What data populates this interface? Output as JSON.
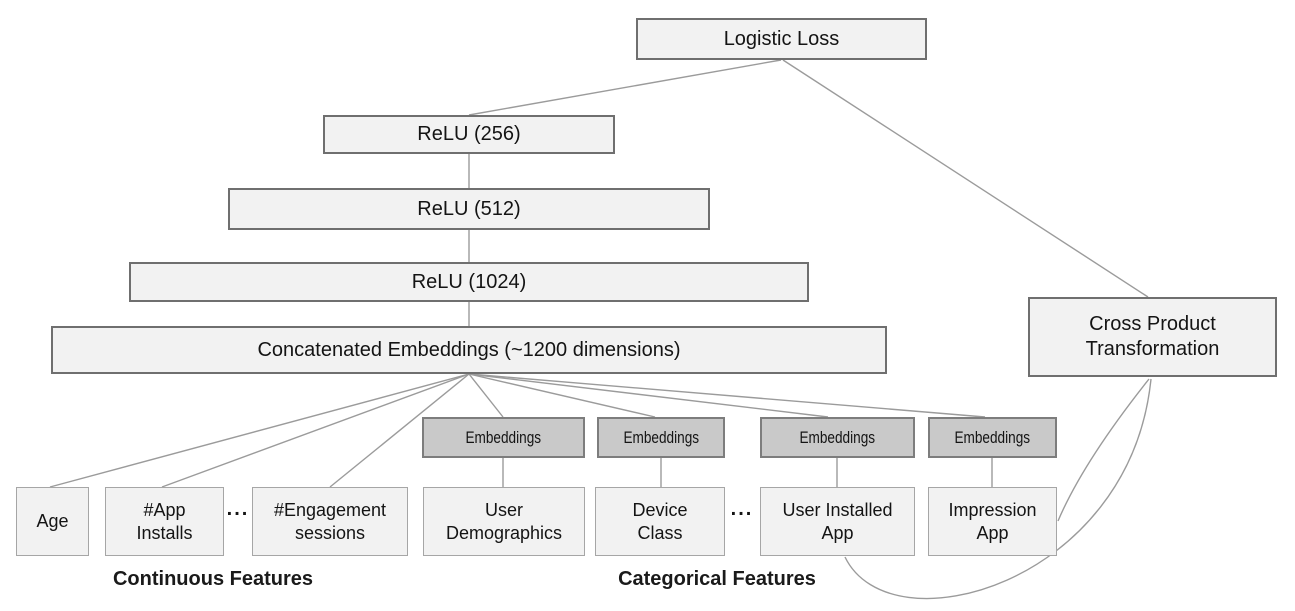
{
  "nodes": {
    "logistic_loss": "Logistic Loss",
    "relu_256": "ReLU (256)",
    "relu_512": "ReLU (512)",
    "relu_1024": "ReLU (1024)",
    "concatenated_embeddings": "Concatenated Embeddings (~1200 dimensions)",
    "cross_product": "Cross Product Transformation",
    "embeddings_labels": [
      "Embeddings",
      "Embeddings",
      "Embeddings",
      "Embeddings"
    ],
    "continuous_features": [
      "Age",
      "#App Installs",
      "#Engagement sessions"
    ],
    "categorical_features": [
      "User Demographics",
      "Device Class",
      "User Installed App",
      "Impression App"
    ],
    "ellipsis": "..."
  },
  "group_labels": {
    "continuous": "Continuous Features",
    "categorical": "Categorical Features"
  },
  "edges": [
    {
      "from": "logistic_loss",
      "to": "relu_256"
    },
    {
      "from": "logistic_loss",
      "to": "cross_product"
    },
    {
      "from": "relu_256",
      "to": "relu_512"
    },
    {
      "from": "relu_512",
      "to": "relu_1024"
    },
    {
      "from": "relu_1024",
      "to": "concatenated_embeddings"
    },
    {
      "from": "concatenated_embeddings",
      "to": "Age"
    },
    {
      "from": "concatenated_embeddings",
      "to": "#App Installs"
    },
    {
      "from": "concatenated_embeddings",
      "to": "#Engagement sessions"
    },
    {
      "from": "concatenated_embeddings",
      "to": "embeddings_1"
    },
    {
      "from": "concatenated_embeddings",
      "to": "embeddings_2"
    },
    {
      "from": "concatenated_embeddings",
      "to": "embeddings_3"
    },
    {
      "from": "concatenated_embeddings",
      "to": "embeddings_4"
    },
    {
      "from": "embeddings_1",
      "to": "User Demographics"
    },
    {
      "from": "embeddings_2",
      "to": "Device Class"
    },
    {
      "from": "embeddings_3",
      "to": "User Installed App"
    },
    {
      "from": "embeddings_4",
      "to": "Impression App"
    },
    {
      "from": "User Installed App",
      "to": "cross_product",
      "style": "curve"
    },
    {
      "from": "Impression App",
      "to": "cross_product",
      "style": "curve"
    }
  ],
  "colors": {
    "box_fill_light": "#f2f2f2",
    "box_fill_dark": "#c9c9c9",
    "box_border_dark": "#6f6f6f",
    "box_border_light": "#a6a6a6",
    "connector_line": "#9b9b9b",
    "text": "#141414"
  }
}
